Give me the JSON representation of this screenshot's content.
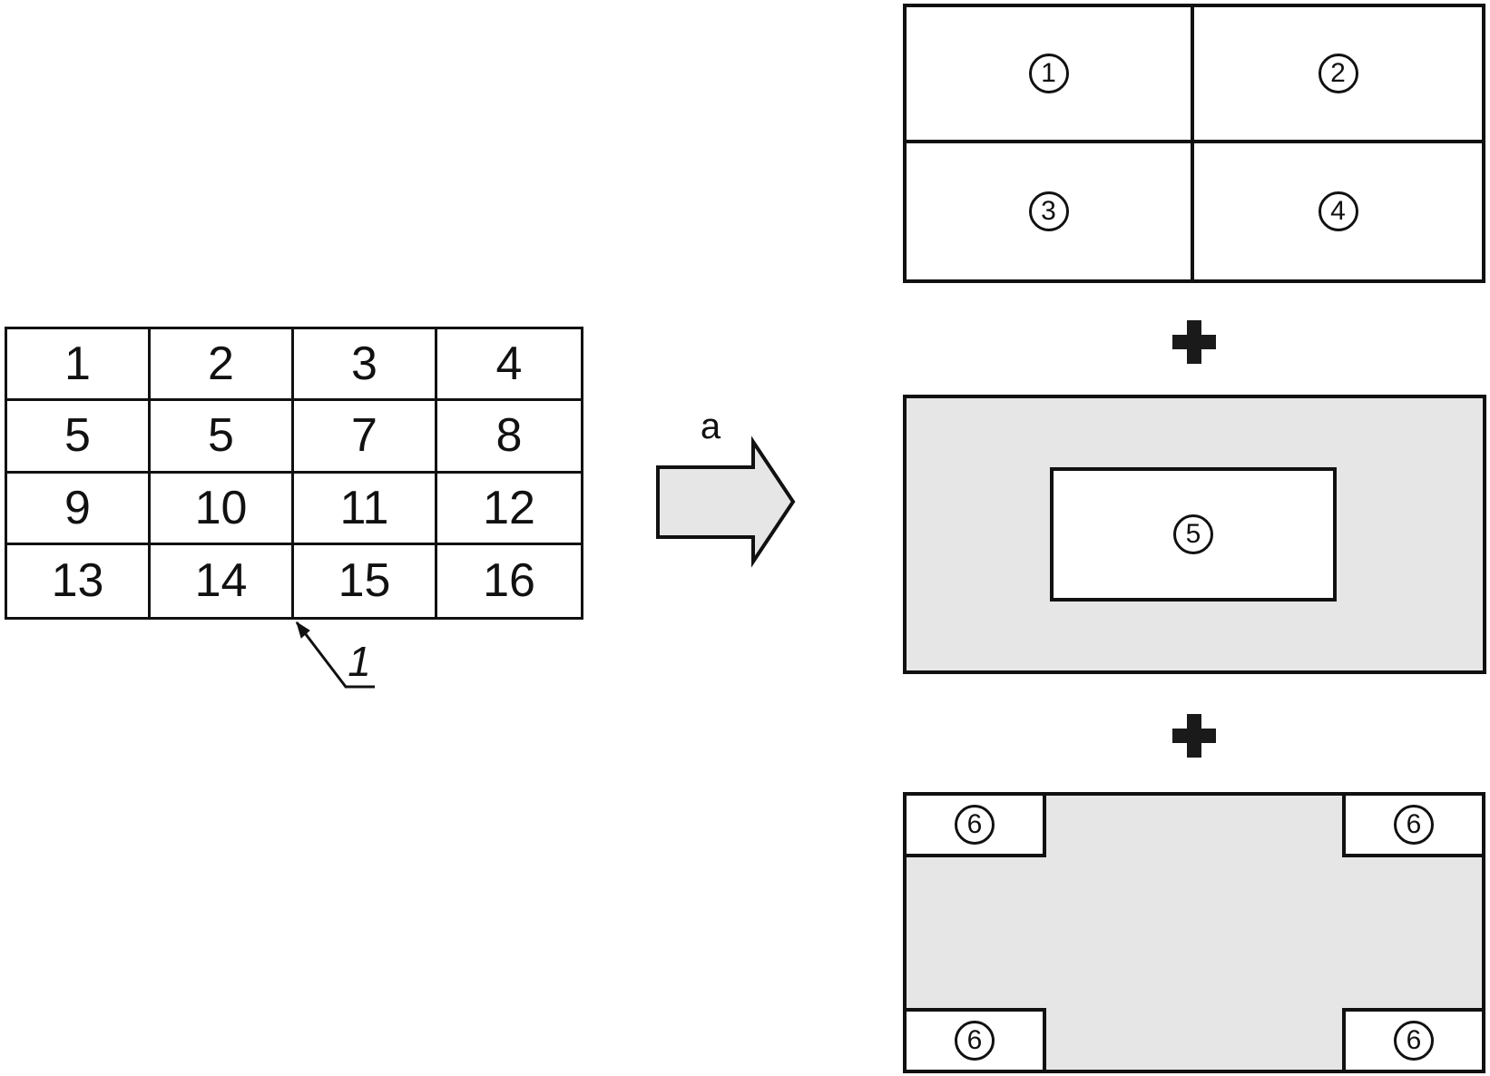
{
  "colors": {
    "stroke": "#111111",
    "fill_gray": "#e6e6e6",
    "background": "#ffffff"
  },
  "table": {
    "callout_label": "1",
    "rows": [
      [
        "1",
        "2",
        "3",
        "4"
      ],
      [
        "5",
        "5",
        "7",
        "8"
      ],
      [
        "9",
        "10",
        "11",
        "12"
      ],
      [
        "13",
        "14",
        "15",
        "16"
      ]
    ]
  },
  "arrow": {
    "label": "a"
  },
  "operators": {
    "plus1": "+",
    "plus2": "+"
  },
  "quadrant_figure": {
    "cells": [
      "1",
      "2",
      "3",
      "4"
    ]
  },
  "plate_figure": {
    "label": "5"
  },
  "corner_figure": {
    "labels": [
      "6",
      "6",
      "6",
      "6"
    ]
  }
}
